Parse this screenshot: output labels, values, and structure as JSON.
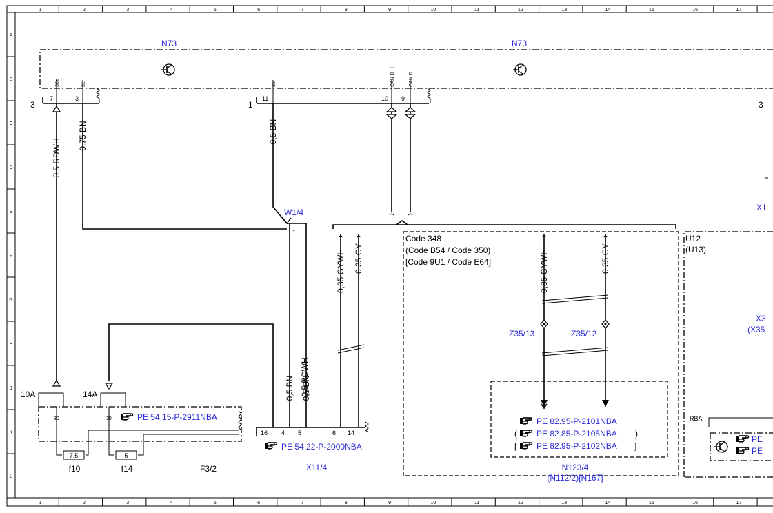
{
  "frame": {
    "col_labels": [
      "1",
      "2",
      "3",
      "4",
      "5",
      "6",
      "7",
      "8",
      "9",
      "10",
      "11",
      "12",
      "13",
      "14",
      "15",
      "16",
      "17"
    ],
    "row_labels": [
      "A",
      "B",
      "C",
      "D",
      "E",
      "F",
      "G",
      "H",
      "J",
      "K",
      "L"
    ]
  },
  "components": {
    "n73_left": "N73",
    "n73_right": "N73",
    "w1_4": "W1/4",
    "w1_4_pin": "1",
    "z35_13": "Z35/13",
    "z35_12": "Z35/12",
    "n123_4": "N123/4",
    "n123_4_alt": "(N112/2)[N167]",
    "u12": "U12",
    "u13": "(U13)",
    "x1_partial": "X1",
    "x3_partial": "X3",
    "x35_partial": "(X35",
    "rba": "RBA",
    "f10": "f10",
    "f14": "f14",
    "f3_2": "F3/2",
    "x11_4": "X11/4"
  },
  "pins": {
    "p30z": "30z",
    "p31a": "31",
    "p31b": "31",
    "can_h": "CAN D H",
    "can_l": "CAN D L",
    "p7": "7",
    "p3": "3",
    "p11": "11",
    "p10": "10",
    "p9": "9",
    "edge_left": "3",
    "edge_mid": "1",
    "edge_right": "3",
    "x16": "16",
    "x4": "4",
    "x5": "5",
    "x6": "6",
    "x14": "14",
    "fuse30a": "30",
    "fuse30b": "30"
  },
  "fuses": {
    "f10_amp": "10A",
    "f14_amp": "14A",
    "f10_val": "7.5",
    "f14_val": "5"
  },
  "wires": {
    "w_rdwh_top": "0,5 RDWH",
    "w_bn_075": "0,75 BN",
    "w_bn_top": "0,5 BN",
    "w_gywh_left": "0,35 GYWH",
    "w_gy_left": "0,35 GY",
    "w_gywh_right": "0,35 GYWH",
    "w_gy_right": "0,35 GY",
    "w_rdwh_bot": "0,5 RDWH",
    "w_bn_bot1": "0,5 BN",
    "w_bn_bot2": "0,5 BN"
  },
  "codes": {
    "line1": "Code 348",
    "line2": "(Code B54  / Code 350)",
    "line3": "[Code 9U1  / Code E64]"
  },
  "refs": {
    "pe_54_15": "PE 54.15-P-2911NBA",
    "pe_54_22": "PE 54.22-P-2000NBA",
    "pe_82_95_a": "PE 82.95-P-2101NBA",
    "pe_82_85": "PE 82.85-P-2105NBA",
    "pe_82_95_b": "PE 82.95-P-2102NBA",
    "pe_rba_1": "PE",
    "pe_rba_2": "PE"
  },
  "brackets": {
    "paren_open": "(",
    "paren_close": ")",
    "square_open": "[",
    "square_close": "]"
  },
  "colors": {
    "component_label": "#2b2bd8",
    "line": "#000000"
  },
  "icons": {
    "hand": "pointing-hand-icon",
    "transistor": "transistor-icon"
  }
}
